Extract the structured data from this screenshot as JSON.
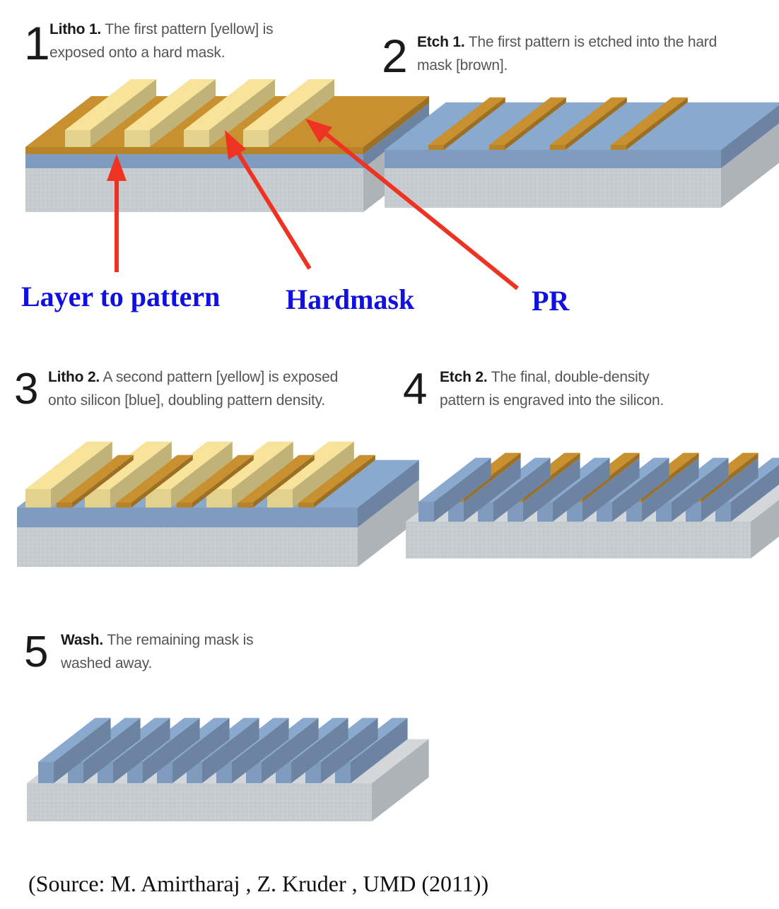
{
  "steps": [
    {
      "number": "1",
      "title": "Litho 1.",
      "desc_line1": "The first pattern [yellow] is",
      "desc_line2": "exposed onto a hard mask."
    },
    {
      "number": "2",
      "title": "Etch 1.",
      "desc_line1": "The first pattern is etched into the hard",
      "desc_line2": "mask [brown]."
    },
    {
      "number": "3",
      "title": "Litho 2.",
      "desc_line1": "A second pattern [yellow] is exposed",
      "desc_line2": "onto silicon [blue], doubling pattern density."
    },
    {
      "number": "4",
      "title": "Etch 2.",
      "desc_line1": "The final, double-density",
      "desc_line2": "pattern is engraved into the silicon."
    },
    {
      "number": "5",
      "title": "Wash.",
      "desc_line1": "The remaining mask is",
      "desc_line2": "washed away."
    }
  ],
  "callouts": {
    "layer": "Layer to pattern",
    "hardmask": "Hardmask",
    "pr": "PR"
  },
  "source": "(Source: M. Amirtharaj , Z. Kruder , UMD (2011))",
  "colors": {
    "photoresist": "#f7e49a",
    "hardmask": "#c8902e",
    "silicon": "#8aa9cf",
    "substrate": "#c7ccd0",
    "arrow": "#ee3322",
    "callout_text": "#1010e0"
  }
}
